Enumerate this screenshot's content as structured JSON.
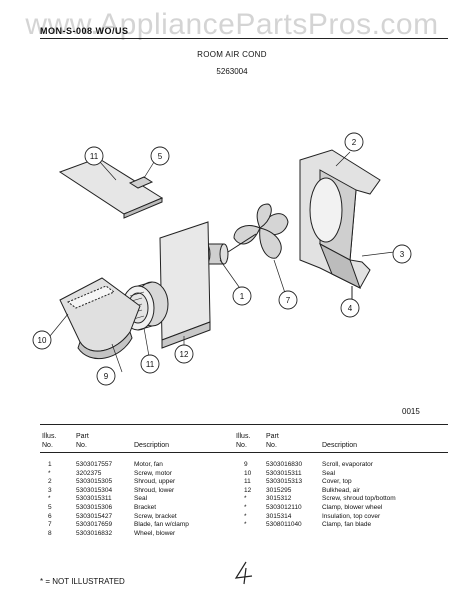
{
  "header": {
    "code": "MON-S-008 WO/US",
    "watermark": "www.AppliancePartsPros.com"
  },
  "title": {
    "line1": "ROOM AIR COND",
    "line2": "5263004"
  },
  "figure": {
    "code": "0015",
    "callouts": [
      "1",
      "2",
      "3",
      "4",
      "5",
      "7",
      "9",
      "10",
      "11",
      "11",
      "12"
    ]
  },
  "table": {
    "headers": {
      "illus_no": "Illus.\nNo.",
      "part_no": "Part\nNo.",
      "description": "Description"
    },
    "left": [
      {
        "illus": "1",
        "part": "5303017557",
        "desc": "Motor, fan"
      },
      {
        "illus": "*",
        "part": "3202375",
        "desc": "Screw, motor"
      },
      {
        "illus": "2",
        "part": "5303015305",
        "desc": "Shroud, upper"
      },
      {
        "illus": "3",
        "part": "5303015304",
        "desc": "Shroud, lower"
      },
      {
        "illus": "*",
        "part": "5303015311",
        "desc": "Seal"
      },
      {
        "illus": "5",
        "part": "5303015306",
        "desc": "Bracket"
      },
      {
        "illus": "6",
        "part": "5303015427",
        "desc": "Screw, bracket"
      },
      {
        "illus": "7",
        "part": "5303017659",
        "desc": "Blade, fan w/clamp"
      },
      {
        "illus": "8",
        "part": "5303016832",
        "desc": "Wheel, blower"
      }
    ],
    "right": [
      {
        "illus": "9",
        "part": "5303016830",
        "desc": "Scroll, evaporator"
      },
      {
        "illus": "10",
        "part": "5303015311",
        "desc": "Seal"
      },
      {
        "illus": "11",
        "part": "5303015313",
        "desc": "Cover, top"
      },
      {
        "illus": "12",
        "part": "3015295",
        "desc": "Bulkhead, air"
      },
      {
        "illus": "*",
        "part": "3015312",
        "desc": "Screw, shroud top/bottom"
      },
      {
        "illus": "*",
        "part": "5303012110",
        "desc": "Clamp, blower wheel"
      },
      {
        "illus": "*",
        "part": "3015314",
        "desc": "Insulation, top cover"
      },
      {
        "illus": "*",
        "part": "5308011040",
        "desc": "Clamp, fan blade"
      }
    ]
  },
  "footnote": "* = NOT ILLUSTRATED",
  "signature": "4"
}
